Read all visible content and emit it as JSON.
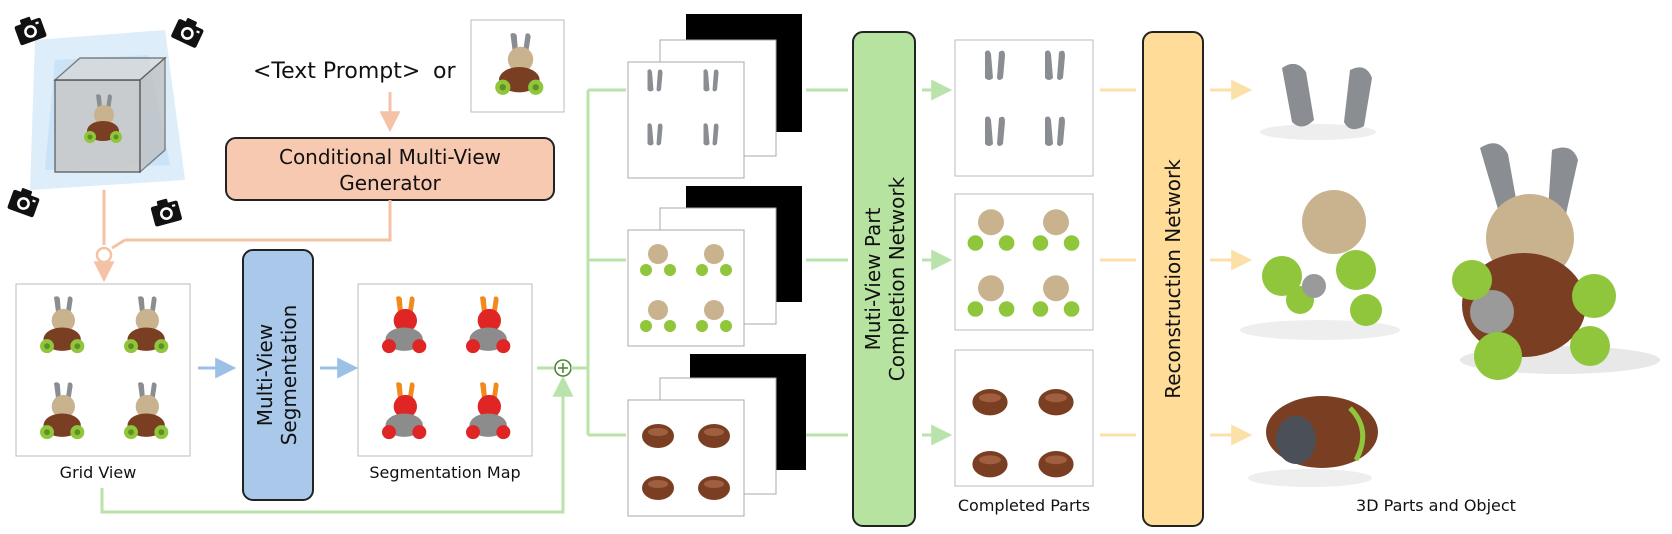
{
  "text_prompt": "<Text Prompt>",
  "or_word": "or",
  "generator": {
    "line1": "Conditional Multi-View",
    "line2": "Generator"
  },
  "segmentation": {
    "line1": "Multi-View",
    "line2": "Segmentation"
  },
  "completion": {
    "line1": "Muti-View Part",
    "line2": "Completion Network"
  },
  "reconstruction": "Reconstruction Network",
  "labels": {
    "grid_view": "Grid View",
    "segmentation_map": "Segmentation Map",
    "completed_parts": "Completed Parts",
    "parts_and_object": "3D Parts and Object"
  },
  "colors": {
    "generator_fill": "#f7c9b1",
    "segmentation_fill": "#a9c8ea",
    "completion_fill": "#b7e3a1",
    "reconstruction_fill": "#ffdc98",
    "orange_arrow": "#f4c2a6",
    "blue_arrow": "#9cc0e6",
    "green_arrow": "#b9e3aa",
    "yellow_arrow": "#fbe0a8"
  }
}
